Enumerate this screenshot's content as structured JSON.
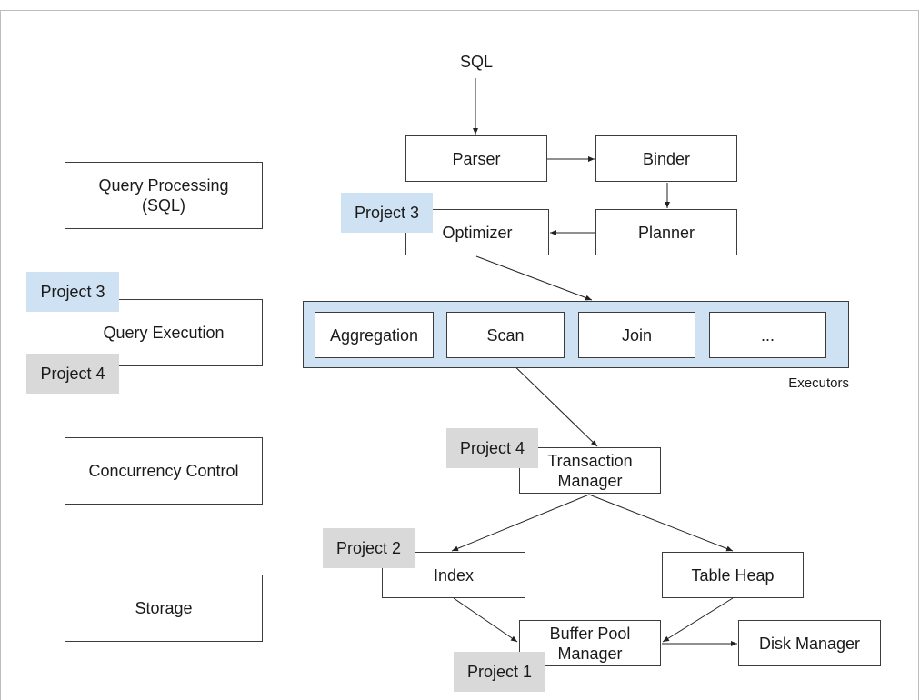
{
  "diagram": {
    "input": "SQL",
    "layers": {
      "query_processing": "Query Processing\n(SQL)",
      "query_execution": "Query Execution",
      "concurrency_control": "Concurrency Control",
      "storage": "Storage"
    },
    "components": {
      "parser": "Parser",
      "binder": "Binder",
      "optimizer": "Optimizer",
      "planner": "Planner",
      "transaction_manager": "Transaction\nManager",
      "index": "Index",
      "table_heap": "Table Heap",
      "buffer_pool_manager": "Buffer Pool\nManager",
      "disk_manager": "Disk Manager"
    },
    "executors": {
      "label": "Executors",
      "items": [
        "Aggregation",
        "Scan",
        "Join",
        "..."
      ]
    },
    "tags": {
      "optimizer": "Project 3",
      "query_execution_top": "Project 3",
      "query_execution_bottom": "Project 4",
      "transaction_manager": "Project 4",
      "index": "Project 2",
      "buffer_pool_manager": "Project 1"
    },
    "colors": {
      "tag_blue": "#cfe2f3",
      "tag_gray": "#d9d9d9",
      "executor_panel": "#cfe2f3"
    }
  }
}
